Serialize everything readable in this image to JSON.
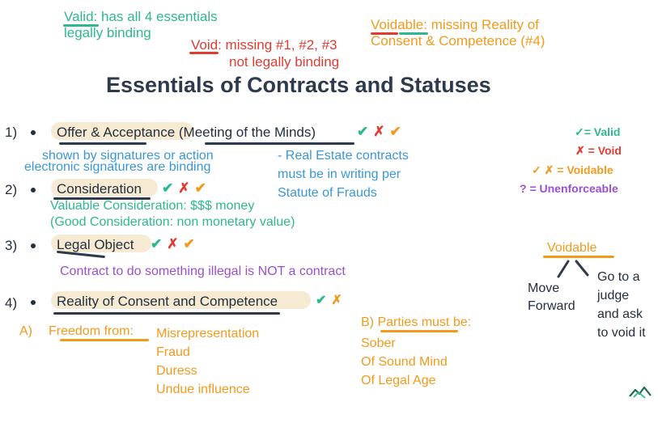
{
  "title": "Essentials of Contracts and Statuses",
  "status_notes": {
    "valid_label": "Valid:",
    "valid_text": " has all 4 essentials",
    "valid_line2": "legally binding",
    "void_label": "Void",
    "void_text": ": missing #1, #2, #3",
    "void_line2": "not legally binding",
    "voidable_label": "Voidable",
    "voidable_text": ": missing Reality of",
    "voidable_line2": "Consent & Competence (#4)"
  },
  "essentials": [
    {
      "number": "1)",
      "label": "Offer & Acceptance",
      "extra": " (Meeting of the Minds)"
    },
    {
      "number": "2)",
      "label": "Consideration"
    },
    {
      "number": "3)",
      "label": "Legal Object"
    },
    {
      "number": "4)",
      "label": "Reality of Consent and Competence"
    }
  ],
  "marks": {
    "check": "✔",
    "x": "✗"
  },
  "notes": {
    "signatures": "shown by signatures or action",
    "electronic": "electronic signatures are binding",
    "real_estate_1": "- Real Estate contracts",
    "real_estate_2": "must be in writing per",
    "real_estate_3": "Statute of Frauds",
    "valuable": "Valuable Consideration: $$$ money",
    "good": "(Good Consideration: non monetary value)",
    "illegal": "Contract to do something illegal is NOT a contract"
  },
  "legend": [
    {
      "symbol": "✓",
      "text": "= Valid",
      "color": "#2eb88f"
    },
    {
      "symbol": "✗",
      "text": " = Void",
      "color": "#e03c31"
    },
    {
      "symbol": "✓ ✗",
      "text": " = Voidable",
      "color": "#f29a1c"
    },
    {
      "symbol": "?",
      "text": " = Unenforceable",
      "color": "#9b4fcf"
    }
  ],
  "freedom": {
    "prefix": "A)",
    "label": "Freedom from:",
    "items": [
      "Misrepresentation",
      "Fraud",
      "Duress",
      "Undue influence"
    ]
  },
  "parties": {
    "prefix": "B) ",
    "label": "Parties must be:",
    "items": [
      "Sober",
      "Of Sound Mind",
      "Of Legal Age"
    ]
  },
  "voidable_tree": {
    "root": "Voidable",
    "left": [
      "Move",
      "Forward"
    ],
    "right": [
      "Go to a",
      "judge",
      "and ask",
      "to void it"
    ]
  }
}
